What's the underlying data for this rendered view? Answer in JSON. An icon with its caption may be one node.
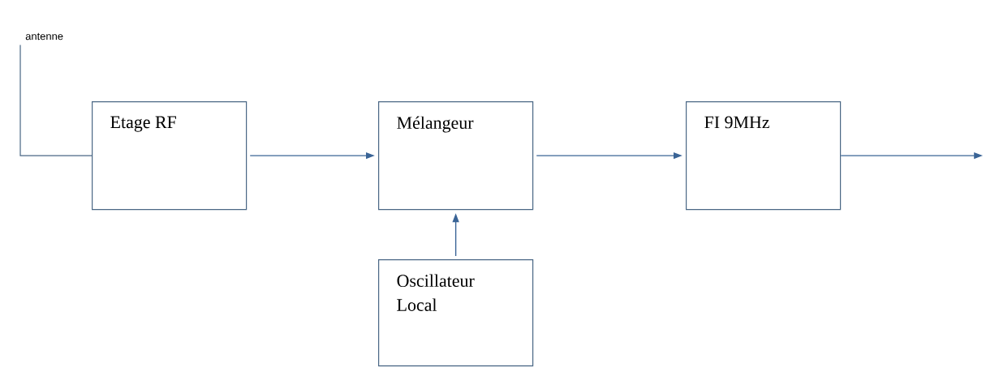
{
  "diagram": {
    "nodes": [
      {
        "text": [
          "antenne"
        ]
      },
      {
        "text": [
          "Etage RF"
        ]
      },
      {
        "text": [
          "Mélangeur"
        ]
      },
      {
        "text": [
          "FI 9MHz"
        ]
      },
      {
        "text": [
          "Oscillateur Local"
        ]
      }
    ],
    "edges": [
      {
        "from": 0,
        "to": 1,
        "arrow": "none"
      },
      {
        "from": 1,
        "to": 2,
        "arrow": "to"
      },
      {
        "from": 2,
        "to": 3,
        "arrow": "to"
      },
      {
        "from": 3,
        "to": null,
        "arrow": "to"
      },
      {
        "from": 4,
        "to": 2,
        "arrow": "to"
      }
    ]
  }
}
